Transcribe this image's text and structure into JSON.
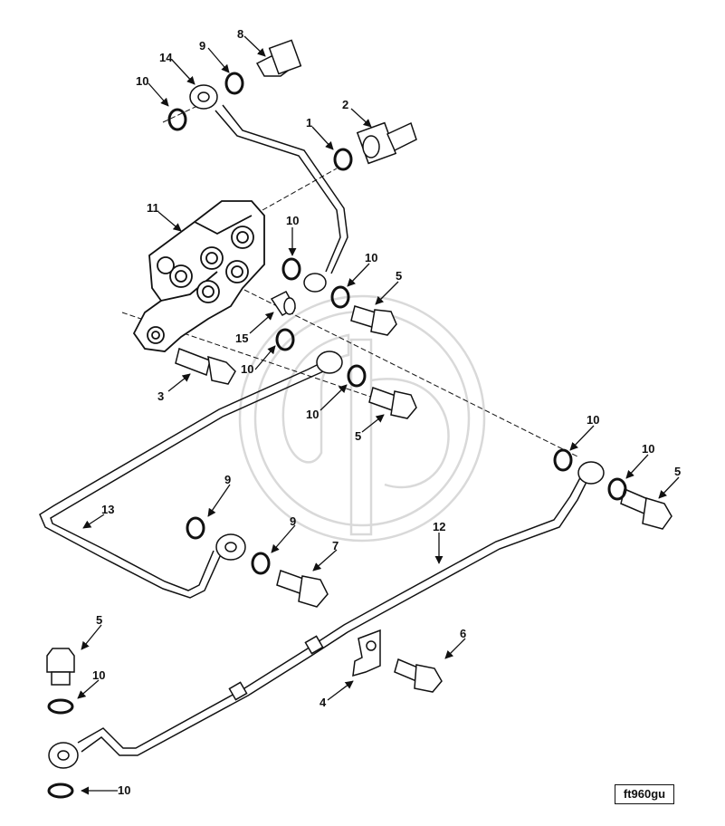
{
  "figure_code": "ft960gu",
  "callouts": [
    {
      "id": "c8a",
      "label": "8"
    },
    {
      "id": "c9a",
      "label": "9"
    },
    {
      "id": "c14",
      "label": "14"
    },
    {
      "id": "c10a",
      "label": "10"
    },
    {
      "id": "c2",
      "label": "2"
    },
    {
      "id": "c1",
      "label": "1"
    },
    {
      "id": "c11",
      "label": "11"
    },
    {
      "id": "c10b",
      "label": "10"
    },
    {
      "id": "c10c",
      "label": "10"
    },
    {
      "id": "c5a",
      "label": "5"
    },
    {
      "id": "c15",
      "label": "15"
    },
    {
      "id": "c10d",
      "label": "10"
    },
    {
      "id": "c3",
      "label": "3"
    },
    {
      "id": "c10e",
      "label": "10"
    },
    {
      "id": "c5b",
      "label": "5"
    },
    {
      "id": "c10f",
      "label": "10"
    },
    {
      "id": "c10g",
      "label": "10"
    },
    {
      "id": "c5c",
      "label": "5"
    },
    {
      "id": "c9b",
      "label": "9"
    },
    {
      "id": "c13",
      "label": "13"
    },
    {
      "id": "c9c",
      "label": "9"
    },
    {
      "id": "c12",
      "label": "12"
    },
    {
      "id": "c7",
      "label": "7"
    },
    {
      "id": "c6",
      "label": "6"
    },
    {
      "id": "c5d",
      "label": "5"
    },
    {
      "id": "c10h",
      "label": "10"
    },
    {
      "id": "c4",
      "label": "4"
    },
    {
      "id": "c10i",
      "label": "10"
    }
  ],
  "colors": {
    "ink": "#111111",
    "watermark": "#d9d9d9",
    "background": "#ffffff"
  }
}
